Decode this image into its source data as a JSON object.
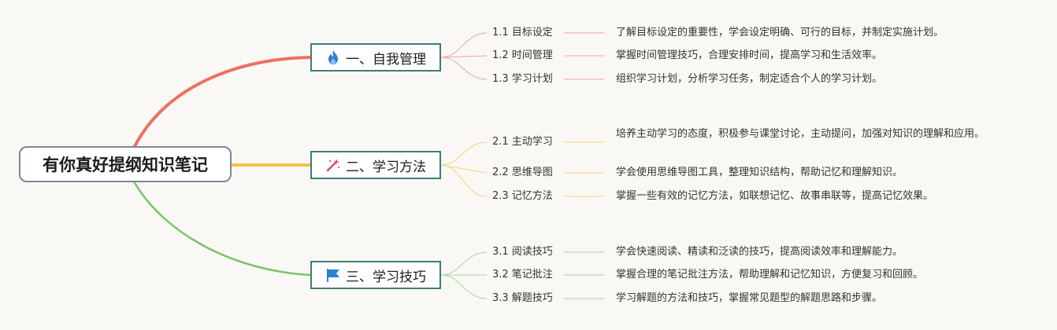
{
  "root": {
    "title": "有你真好提纲知识笔记"
  },
  "branches": [
    {
      "label": "一、自我管理",
      "icon": "flame-icon",
      "color": "#ef6f62",
      "items": [
        {
          "title": "1.1 目标设定",
          "desc": "了解目标设定的重要性，学会设定明确、可行的目标，并制定实施计划。"
        },
        {
          "title": "1.2 时间管理",
          "desc": "掌握时间管理技巧，合理安排时间，提高学习和生活效率。"
        },
        {
          "title": "1.3 学习计划",
          "desc": "组织学习计划，分析学习任务，制定适合个人的学习计划。"
        }
      ]
    },
    {
      "label": "二、学习方法",
      "icon": "magic-wand-icon",
      "color": "#f5c342",
      "items": [
        {
          "title": "2.1 主动学习",
          "desc": "培养主动学习的态度，积极参与课堂讨论，主动提问，加强对知识的理解和应用。"
        },
        {
          "title": "2.2 思维导图",
          "desc": "学会使用思维导图工具，整理知识结构，帮助记忆和理解知识。"
        },
        {
          "title": "2.3 记忆方法",
          "desc": "掌握一些有效的记忆方法，如联想记忆、故事串联等，提高记忆效果。"
        }
      ]
    },
    {
      "label": "三、学习技巧",
      "icon": "flag-icon",
      "color": "#7ac466",
      "items": [
        {
          "title": "3.1 阅读技巧",
          "desc": "学会快速阅读、精读和泛读的技巧，提高阅读效率和理解能力。"
        },
        {
          "title": "3.2 笔记批注",
          "desc": "掌握合理的笔记批注方法，帮助理解和记忆知识，方便复习和回顾。"
        },
        {
          "title": "3.3 解题技巧",
          "desc": "学习解题的方法和技巧，掌握常见题型的解题思路和步骤。"
        }
      ]
    }
  ]
}
